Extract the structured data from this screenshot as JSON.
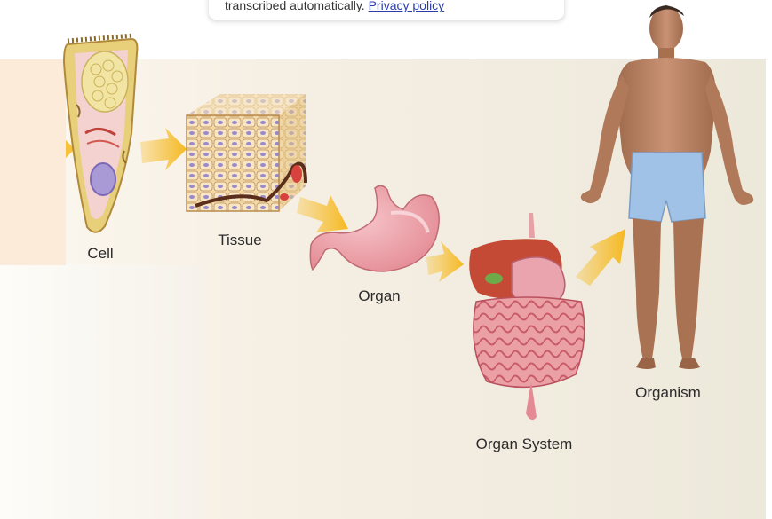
{
  "notice": {
    "text": "transcribed automatically.",
    "link_label": "Privacy policy"
  },
  "diagram": {
    "stages": [
      {
        "id": "cell",
        "label": "Cell"
      },
      {
        "id": "tissue",
        "label": "Tissue"
      },
      {
        "id": "organ",
        "label": "Organ"
      },
      {
        "id": "organ-system",
        "label": "Organ System"
      },
      {
        "id": "organism",
        "label": "Organism"
      }
    ]
  },
  "colors": {
    "arrow": "#f6c23a",
    "background": "#f3eee3",
    "link": "#2b3ea8"
  }
}
